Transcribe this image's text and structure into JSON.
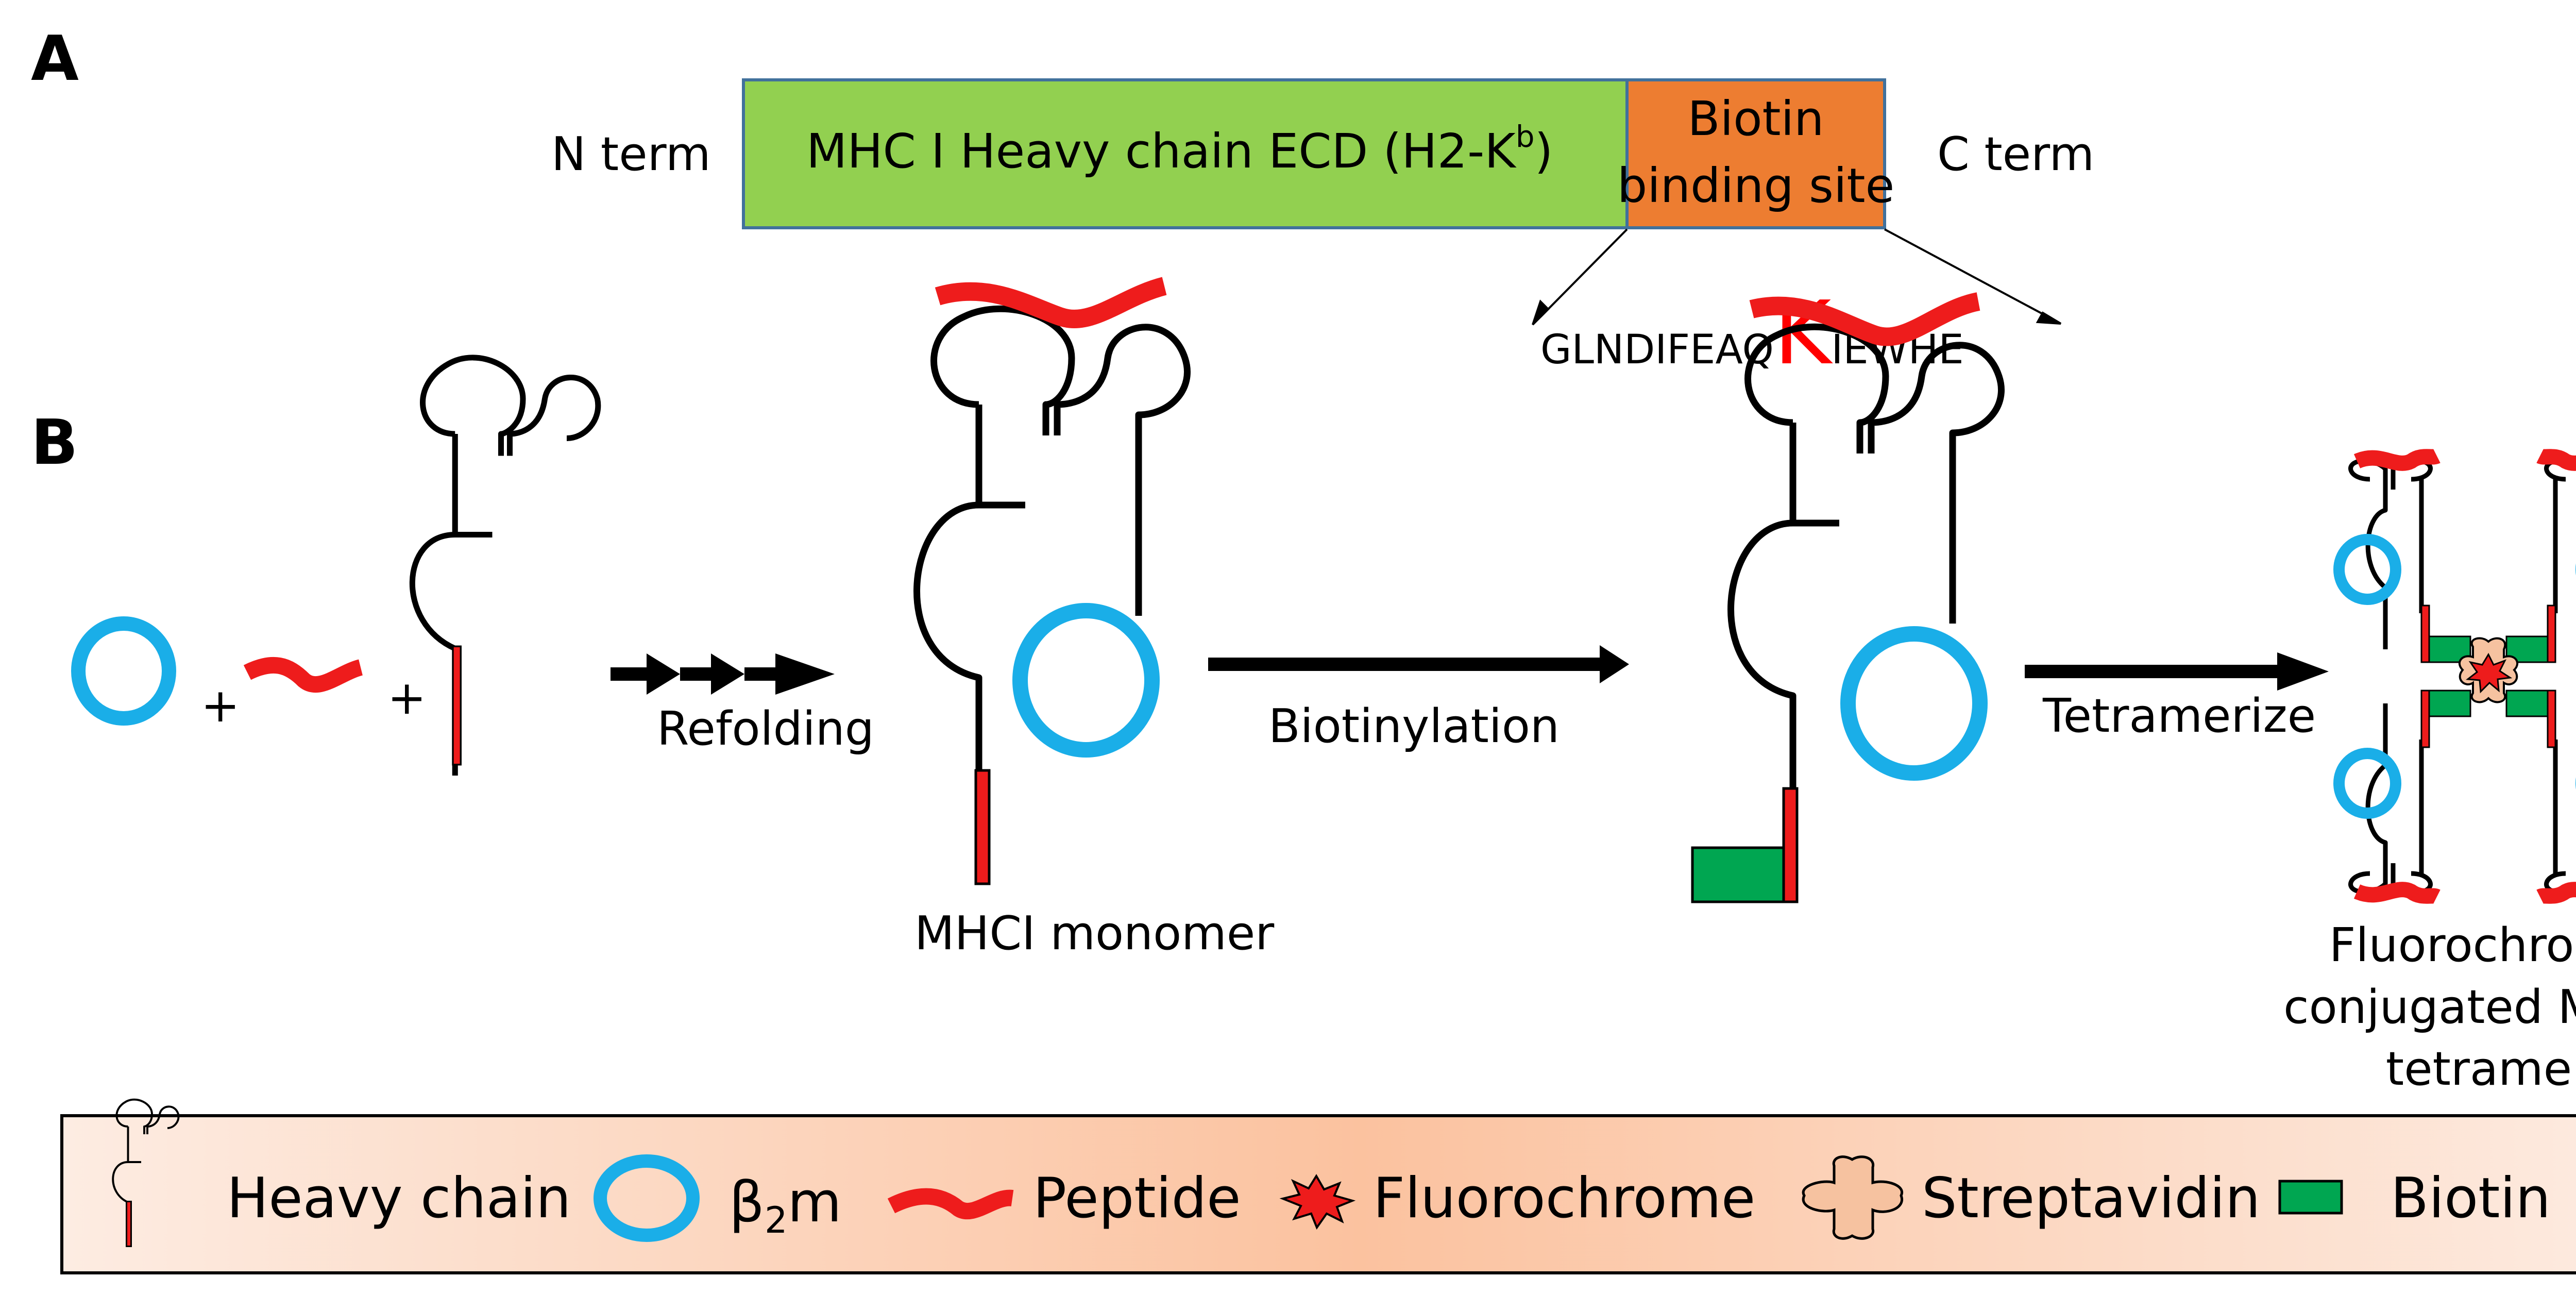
{
  "panels": {
    "a": "A",
    "b": "B"
  },
  "construct": {
    "n_term": "N term",
    "c_term": "C term",
    "heavy_chain_ecd": "MHC I Heavy chain ECD  (H2-K",
    "heavy_chain_sup": "b",
    "heavy_chain_close": ")",
    "biotin_line1": "Biotin",
    "biotin_line2": "binding site",
    "colors": {
      "ecd": "#92d050",
      "biotin_site": "#ed7d31",
      "box_border": "#41719c"
    }
  },
  "sequence": {
    "prefix": "GLNDIFEAQ",
    "key": "K",
    "suffix": "IEWHE",
    "key_color": "#ff0000"
  },
  "steps": {
    "plus1": "+",
    "plus2": "+",
    "refolding": "Refolding",
    "monomer": "MHCI monomer",
    "biotinylation": "Biotinylation",
    "tetramerize": "Tetramerize",
    "tetramer_line1": "Fluorochrome",
    "tetramer_line2": "conjugated MHC I",
    "tetramer_line3": "tetramer"
  },
  "legend": {
    "heavy_chain": "Heavy chain",
    "b2m_beta": "β",
    "b2m_sub": "2",
    "b2m_m": "m",
    "peptide": "Peptide",
    "fluorochrome": "Fluorochrome",
    "streptavidin": "Streptavidin",
    "biotin": "Biotin"
  },
  "colors": {
    "b2m": "#1aaee8",
    "peptide": "#ee1c1c",
    "biotin": "#00a651",
    "streptavidin": "#f6c2a0",
    "legend_bg_light": "#fde9dc",
    "legend_bg_dark": "#fbbf9a"
  }
}
